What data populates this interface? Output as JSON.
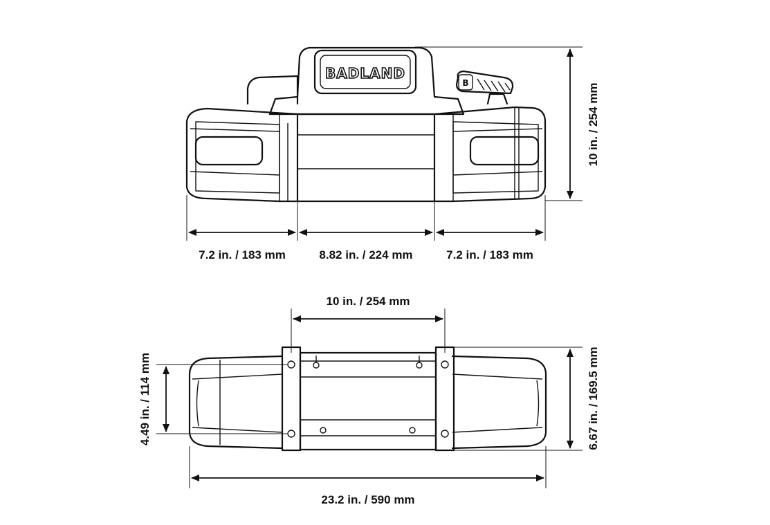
{
  "brand": "BADLAND",
  "badge": "B",
  "top_view": {
    "height": "10 in. / 254 mm",
    "left_end": "7.2 in. / 183 mm",
    "drum": "8.82 in. / 224 mm",
    "right_end": "7.2 in. / 183 mm"
  },
  "bottom_view": {
    "mount_spacing": "10 in. / 254 mm",
    "mount_height": "4.49 in. / 114 mm",
    "depth": "6.67 in. / 169.5 mm",
    "overall_length": "23.2 in. / 590 mm"
  }
}
